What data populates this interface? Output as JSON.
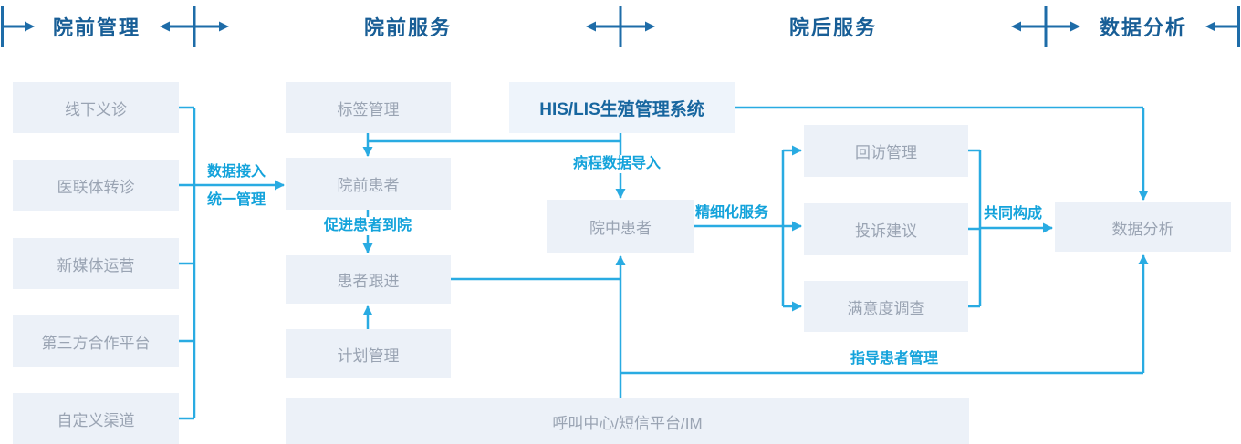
{
  "header": {
    "sections": [
      {
        "label": "院前管理"
      },
      {
        "label": "院前服务"
      },
      {
        "label": "院后服务"
      },
      {
        "label": "数据分析"
      }
    ]
  },
  "nodes": {
    "offline_clinic": "线下义诊",
    "referral": "医联体转诊",
    "new_media": "新媒体运营",
    "third_party": "第三方合作平台",
    "custom_channel": "自定义渠道",
    "tag_mgmt": "标签管理",
    "pre_patient": "院前患者",
    "patient_follow": "患者跟进",
    "plan_mgmt": "计划管理",
    "his_lis": "HIS/LIS生殖管理系统",
    "in_patient": "院中患者",
    "revisit_mgmt": "回访管理",
    "complaint_suggest": "投诉建议",
    "satisfaction_survey": "满意度调查",
    "data_analysis": "数据分析",
    "call_center": "呼叫中心/短信平台/IM"
  },
  "edge_labels": {
    "data_access_line1": "数据接入",
    "data_access_line2": "统一管理",
    "promote_to_hospital": "促进患者到院",
    "course_data_import": "病程数据导入",
    "refined_service": "精细化服务",
    "jointly_form": "共同构成",
    "guide_patient_mgmt": "指导患者管理"
  },
  "colors": {
    "accent_cyan": "#29ABE2",
    "label_cyan": "#14A3DB",
    "header_blue": "#1E6CA8",
    "title_blue": "#185E96",
    "his_text_blue": "#17669F",
    "box_bg": "#ECF1F8",
    "box_text": "#9AA4B3"
  }
}
